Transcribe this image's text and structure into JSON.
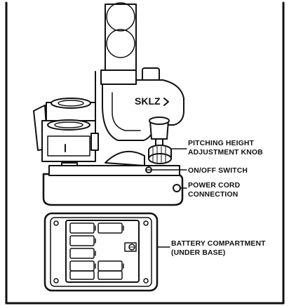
{
  "brand_logo": "SKLZ",
  "callouts": {
    "pitching_height": {
      "line1": "PITCHING HEIGHT",
      "line2": "ADJUSTMENT KNOB"
    },
    "on_off_switch": {
      "line1": "ON/OFF SWITCH"
    },
    "power_cord": {
      "line1": "POWER CORD",
      "line2": "CONNECTION"
    },
    "battery": {
      "line1": "BATTERY COMPARTMENT",
      "line2": "(UNDER BASE)"
    }
  },
  "colors": {
    "ink": "#111111",
    "background": "#ffffff"
  },
  "icons": [
    "pitching-machine-illustration",
    "battery-compartment-illustration"
  ]
}
